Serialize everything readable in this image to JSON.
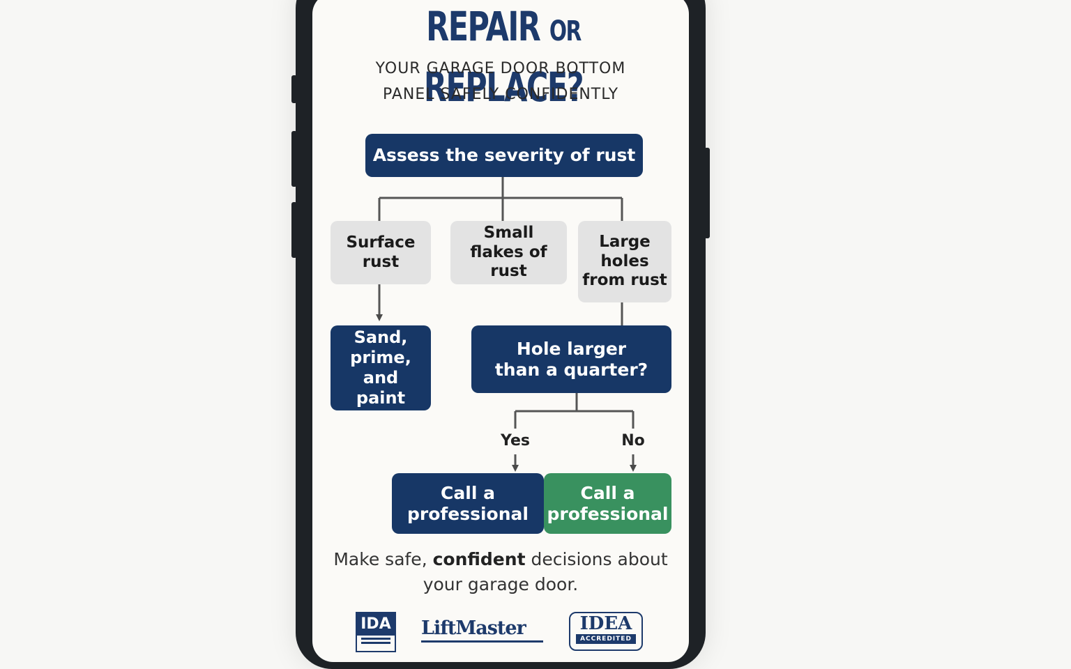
{
  "header": {
    "title_part1": "REPAIR",
    "title_part2": "OR",
    "title_part3": "REPLACE?",
    "subtitle_line1": "YOUR GARAGE DOOR BOTTOM",
    "subtitle_line2": "PANEL SAFELY CONFIDENTLY"
  },
  "flowchart": {
    "root": "Assess the severity of rust",
    "options": [
      {
        "label": "Surface rust"
      },
      {
        "label": "Small flakes of rust"
      },
      {
        "label": "Large holes from rust"
      }
    ],
    "surface_action": "Sand, prime, and paint",
    "decision": "Hole larger than a quarter?",
    "branch_yes": "Yes",
    "branch_no": "No",
    "yes_result": "Call a professional",
    "no_result": "Call a professional"
  },
  "footer": {
    "text_before": "Make safe, ",
    "text_bold": "confident",
    "text_after": " decisions about your garage door."
  },
  "logos": {
    "ida": "IDA",
    "liftmaster": "LiftMaster",
    "idea": "IDEA",
    "idea_sub": "ACCREDITED"
  },
  "colors": {
    "navy": "#173766",
    "green": "#39915f",
    "gray_box": "#e3e3e3",
    "title": "#1d3a6b"
  }
}
